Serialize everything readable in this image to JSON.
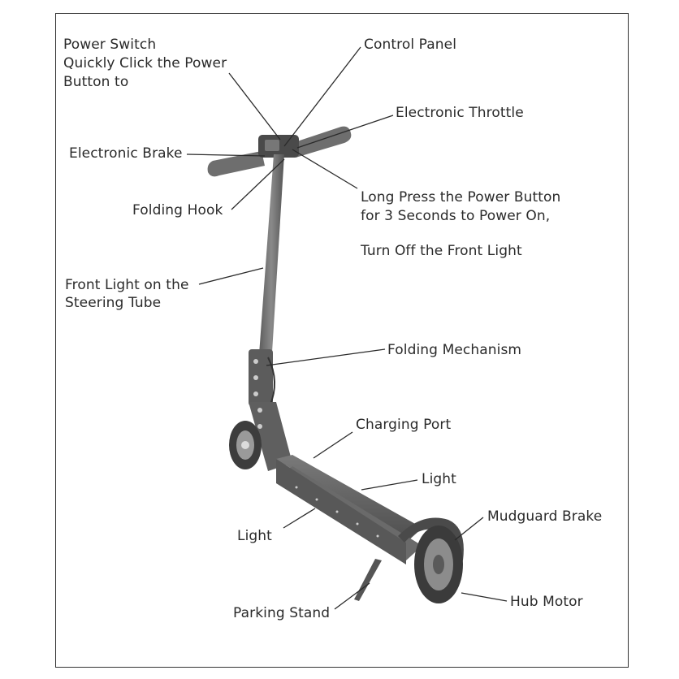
{
  "labels": {
    "power_switch": "Power Switch",
    "quick_click_1": "Quickly Click the Power",
    "quick_click_2": "Button to",
    "control_panel": "Control Panel",
    "electronic_throttle": "Electronic Throttle",
    "electronic_brake": "Electronic Brake",
    "folding_hook": "Folding Hook",
    "long_press_1": "Long Press the Power Button",
    "long_press_2": "for 3 Seconds to Power On,",
    "turn_off_front_light": "Turn Off the Front Light",
    "front_light_1": "Front Light on the",
    "front_light_2": "Steering Tube",
    "folding_mechanism": "Folding Mechanism",
    "charging_port": "Charging Port",
    "light_right": "Light",
    "mudguard_brake": "Mudguard Brake",
    "light_left": "Light",
    "hub_motor": "Hub Motor",
    "parking_stand": "Parking Stand"
  },
  "colors": {
    "scooter_body": "#6b6b6b",
    "scooter_dark": "#4a4a4a",
    "leader_line": "#2a2a2a",
    "text": "#2a2a2a"
  }
}
